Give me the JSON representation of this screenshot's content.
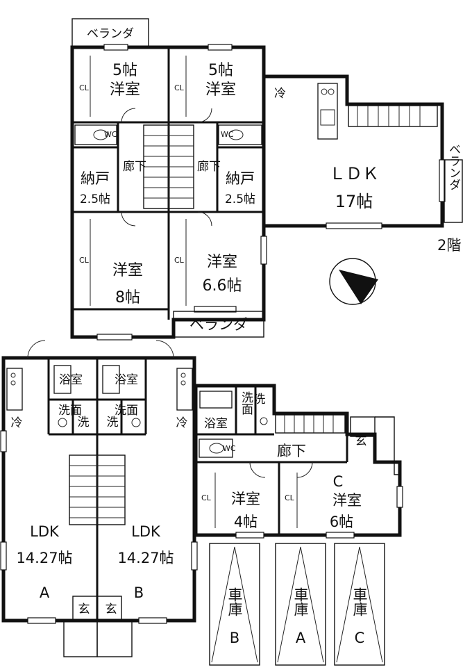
{
  "floor2": {
    "balcony_top": "ベランダ",
    "room_nw": {
      "size": "5帖",
      "name": "洋室",
      "closet": "CL"
    },
    "room_ne": {
      "size": "5帖",
      "name": "洋室",
      "closet": "CL"
    },
    "wc_left": "WC",
    "wc_right": "WC",
    "hall_left": "廊下",
    "hall_right": "廊下",
    "storage_left": {
      "name": "納戸",
      "size": "2.5帖"
    },
    "storage_right": {
      "name": "納戸",
      "size": "2.5帖"
    },
    "ldk": {
      "name": "ＬＤＫ",
      "size": "17帖",
      "fridge": "冷"
    },
    "balcony_right": "ベランダ",
    "floor_label": "2階",
    "room_sw": {
      "name": "洋室",
      "size": "8帖",
      "closet": "CL"
    },
    "room_se": {
      "name": "洋室",
      "size": "6.6帖",
      "closet": "CL"
    },
    "balcony_bottom": "ベランダ"
  },
  "floor1": {
    "unit_a": {
      "bath": "浴室",
      "washroom": "洗面",
      "washer": "洗",
      "fridge": "冷",
      "ldk": "LDK",
      "size": "14.27帖",
      "label": "A",
      "entrance": "玄"
    },
    "unit_b": {
      "bath": "浴室",
      "washroom": "洗面",
      "washer": "洗",
      "fridge": "冷",
      "ldk": "LDK",
      "size": "14.27帖",
      "label": "B",
      "entrance": "玄"
    },
    "unit_c": {
      "bath": "浴室",
      "washroom": "洗面",
      "washer": "洗",
      "wc": "WC",
      "hall": "廊下",
      "entrance": "玄",
      "room_small": {
        "name": "洋室",
        "size": "4帖",
        "closet": "CL"
      },
      "room_large": {
        "label": "C",
        "name": "洋室",
        "size": "6帖",
        "closet": "CL"
      }
    },
    "garages": [
      {
        "name": "車庫",
        "label": "B"
      },
      {
        "name": "車庫",
        "label": "A"
      },
      {
        "name": "車庫",
        "label": "C"
      }
    ]
  }
}
